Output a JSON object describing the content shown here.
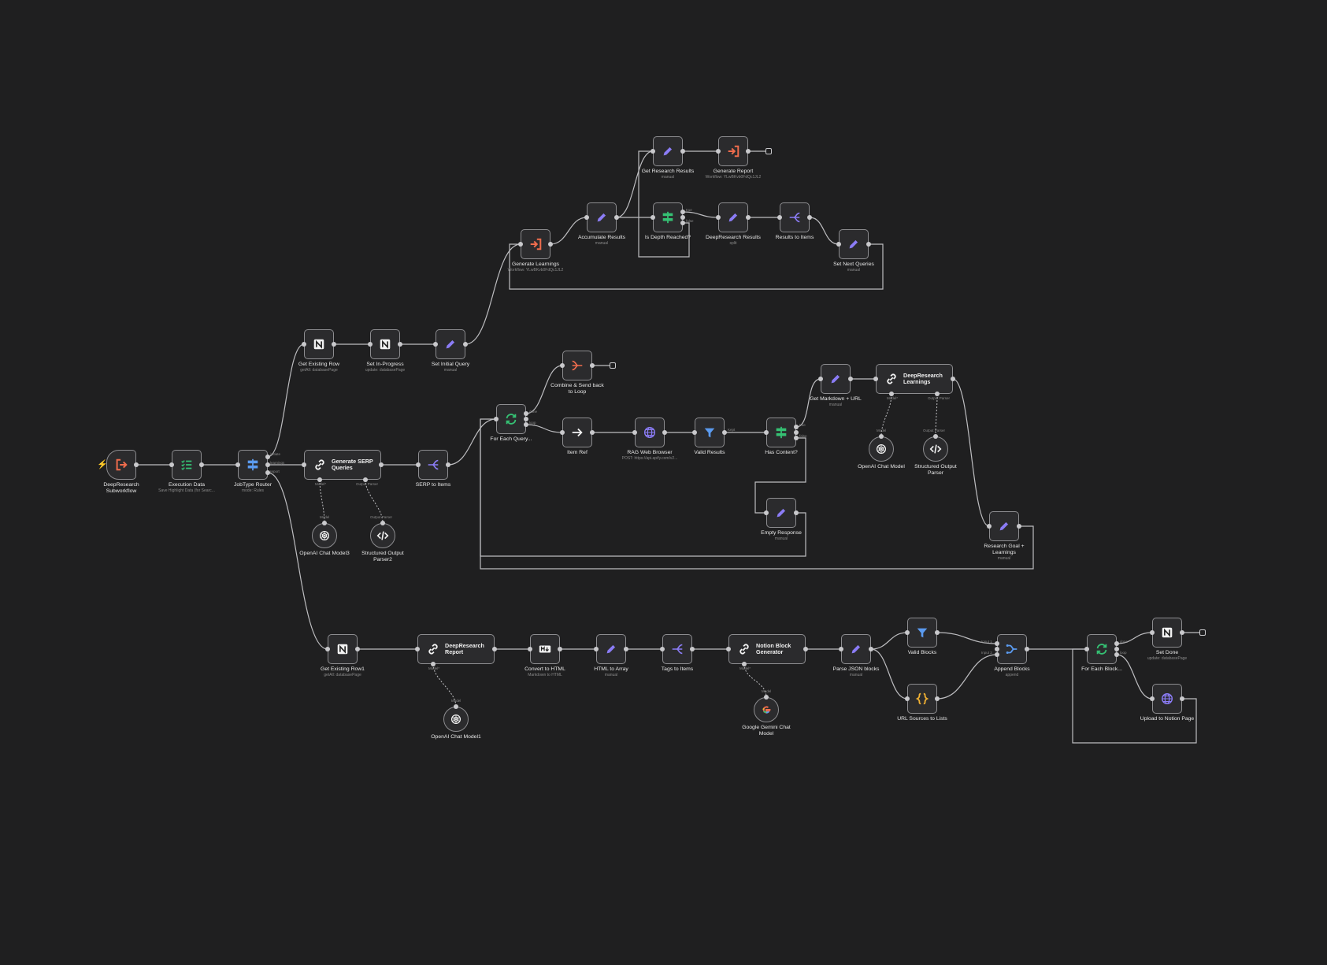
{
  "colors": {
    "background": "#1f1f20",
    "node_fill": "#2b2b2d",
    "node_border": "#8d8d90",
    "wire": "#bdbdc0",
    "purple": "#8b7cf6",
    "orange": "#ef6c4d",
    "green": "#35c073",
    "blue": "#5b9bf0",
    "yellow": "#f2b233"
  },
  "nodes": {
    "trigger": {
      "title": "DeepResearch Subworkflow",
      "subtitle": "",
      "icon": "workflow-trigger-icon"
    },
    "exec": {
      "title": "Execution Data",
      "subtitle": "Save Highlight Data (for Searc...",
      "icon": "checklist-icon"
    },
    "router": {
      "title": "JobType Router",
      "subtitle": "mode: Rules",
      "icon": "router-icon",
      "outputs": [
        "initiate",
        "learnings",
        "report"
      ]
    },
    "getrow": {
      "title": "Get Existing Row",
      "subtitle": "getAll: databasePage",
      "icon": "notion-icon"
    },
    "inprog": {
      "title": "Set In-Progress",
      "subtitle": "update: databasePage",
      "icon": "notion-icon"
    },
    "initq": {
      "title": "Set Initial Query",
      "subtitle": "manual",
      "icon": "pencil-icon"
    },
    "genlearn": {
      "title": "Generate Learnings",
      "subtitle": "Workflow: YLwBKvb0FdQc1JL2",
      "icon": "execute-workflow-icon"
    },
    "accum": {
      "title": "Accumulate Results",
      "subtitle": "manual",
      "icon": "pencil-icon"
    },
    "getres": {
      "title": "Get Research Results",
      "subtitle": "manual",
      "icon": "pencil-icon"
    },
    "genrep": {
      "title": "Generate Report",
      "subtitle": "Workflow: YLwBKvb0FdQc1JL2",
      "icon": "execute-workflow-icon"
    },
    "depth": {
      "title": "Is Depth Reached?",
      "subtitle": "",
      "icon": "if-icon",
      "outputs": [
        "true",
        "false"
      ]
    },
    "deepres": {
      "title": "DeepResearch Results",
      "subtitle": "split",
      "icon": "pencil-icon"
    },
    "res2items": {
      "title": "Results to Items",
      "subtitle": "",
      "icon": "split-out-icon"
    },
    "nextq": {
      "title": "Set Next Queries",
      "subtitle": "manual",
      "icon": "pencil-icon"
    },
    "serpq": {
      "title": "Generate SERP Queries",
      "subtitle": "",
      "icon": "chain-icon",
      "inputs": [
        "Model*",
        "Output Parser"
      ]
    },
    "serpitems": {
      "title": "SERP to Items",
      "subtitle": "",
      "icon": "split-out-icon"
    },
    "oai3": {
      "title": "OpenAI Chat Model3",
      "subtitle": "",
      "icon": "openai-icon",
      "port": "Model"
    },
    "parser2": {
      "title": "Structured Output Parser2",
      "subtitle": "",
      "icon": "code-icon",
      "port": "Output Parser"
    },
    "combine": {
      "title": "Combine & Send back to Loop",
      "subtitle": "",
      "icon": "aggregate-icon"
    },
    "foreachq": {
      "title": "For Each Query...",
      "subtitle": "",
      "icon": "loop-icon",
      "outputs": [
        "done",
        "loop"
      ]
    },
    "itemref": {
      "title": "Item Ref",
      "subtitle": "",
      "icon": "arrow-right-icon"
    },
    "rag": {
      "title": "RAG Web Browser",
      "subtitle": "POST: https://api.apify.com/v2...",
      "icon": "globe-icon"
    },
    "valid": {
      "title": "Valid Results",
      "subtitle": "",
      "icon": "filter-icon",
      "outputs": [
        "Kept"
      ]
    },
    "hascontent": {
      "title": "Has Content?",
      "subtitle": "",
      "icon": "if-icon",
      "outputs": [
        "true",
        "false"
      ]
    },
    "mdurl": {
      "title": "Get Markdown + URL",
      "subtitle": "manual",
      "icon": "pencil-icon"
    },
    "drlearn": {
      "title": "DeepResearch Learnings",
      "subtitle": "",
      "icon": "chain-icon",
      "inputs": [
        "Model*",
        "Output Parser"
      ]
    },
    "oai": {
      "title": "OpenAI Chat Model",
      "subtitle": "",
      "icon": "openai-icon",
      "port": "Model"
    },
    "parser": {
      "title": "Structured Output Parser",
      "subtitle": "",
      "icon": "code-icon",
      "port": "Output Parser"
    },
    "empty": {
      "title": "Empty Response",
      "subtitle": "manual",
      "icon": "pencil-icon"
    },
    "goal": {
      "title": "Research Goal + Learnings",
      "subtitle": "manual",
      "icon": "pencil-icon"
    },
    "getrow1": {
      "title": "Get Existing Row1",
      "subtitle": "getAll: databasePage",
      "icon": "notion-icon"
    },
    "drreport": {
      "title": "DeepResearch Report",
      "subtitle": "",
      "icon": "chain-icon",
      "inputs": [
        "Model*"
      ]
    },
    "oai1": {
      "title": "OpenAI Chat Model1",
      "subtitle": "",
      "icon": "openai-icon",
      "port": "Model"
    },
    "html": {
      "title": "Convert to HTML",
      "subtitle": "Markdown to HTML",
      "icon": "markdown-icon"
    },
    "htmlarr": {
      "title": "HTML to Array",
      "subtitle": "manual",
      "icon": "pencil-icon"
    },
    "tags": {
      "title": "Tags to Items",
      "subtitle": "",
      "icon": "split-out-icon"
    },
    "notionblock": {
      "title": "Notion Block Generator",
      "subtitle": "",
      "icon": "chain-icon",
      "inputs": [
        "Model*"
      ]
    },
    "gemini": {
      "title": "Google Gemini Chat Model",
      "subtitle": "",
      "icon": "google-icon",
      "port": "Model"
    },
    "parsejson": {
      "title": "Parse JSON blocks",
      "subtitle": "manual",
      "icon": "pencil-icon"
    },
    "validblocks": {
      "title": "Valid Blocks",
      "subtitle": "",
      "icon": "filter-icon"
    },
    "urlsrc": {
      "title": "URL Sources to Lists",
      "subtitle": "",
      "icon": "braces-icon"
    },
    "append": {
      "title": "Append Blocks",
      "subtitle": "append",
      "icon": "merge-icon",
      "inputs": [
        "Input 1",
        "Input 2"
      ]
    },
    "foreachb": {
      "title": "For Each Block...",
      "subtitle": "",
      "icon": "loop-icon",
      "outputs": [
        "done",
        "loop"
      ]
    },
    "setdone": {
      "title": "Set Done",
      "subtitle": "update: databasePage",
      "icon": "notion-icon"
    },
    "upload": {
      "title": "Upload to Notion Page",
      "subtitle": "",
      "icon": "globe-icon"
    }
  }
}
